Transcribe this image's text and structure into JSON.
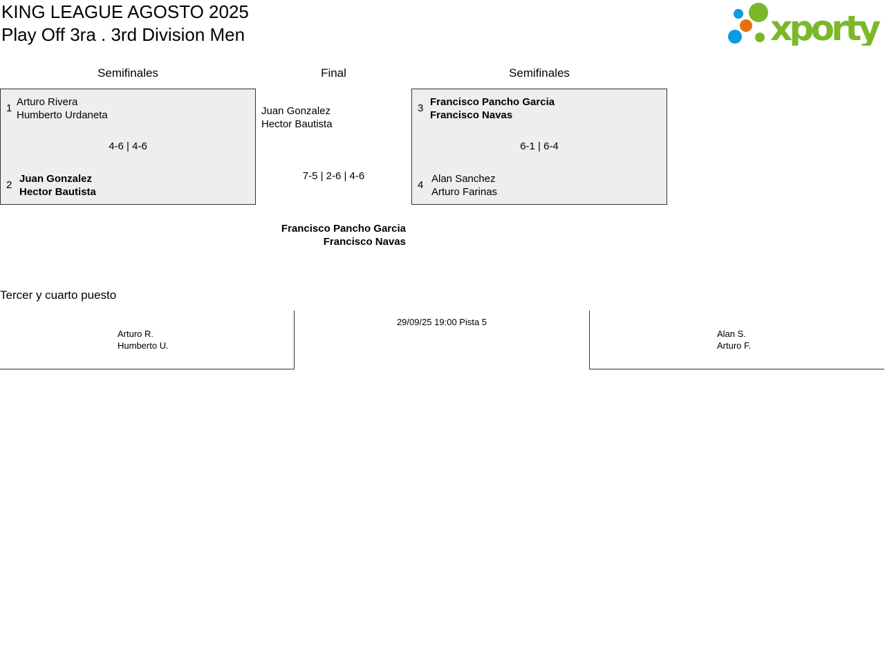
{
  "header": {
    "title": "KING LEAGUE AGOSTO 2025",
    "subtitle": "Play Off 3ra . 3rd Division Men",
    "logo_text": "xporty"
  },
  "colors": {
    "logo_green": "#7ab82a",
    "logo_blue": "#0b9be0",
    "logo_orange": "#e5700f",
    "box_bg": "#eeeeee"
  },
  "rounds": {
    "left": "Semifinales",
    "center": "Final",
    "right": "Semifinales"
  },
  "semi1": {
    "seed1": "1",
    "team1": [
      "Arturo Rivera",
      "Humberto Urdaneta"
    ],
    "score": "4-6 | 4-6",
    "seed2": "2",
    "team2": [
      "Juan Gonzalez",
      "Hector Bautista"
    ]
  },
  "final": {
    "team1": [
      "Juan Gonzalez",
      "Hector Bautista"
    ],
    "score": "7-5 | 2-6 | 4-6",
    "winner": [
      "Francisco Pancho Garcia",
      "Francisco Navas"
    ]
  },
  "semi2": {
    "seed1": "3",
    "team1": [
      "Francisco Pancho Garcia",
      "Francisco Navas"
    ],
    "score": "6-1 | 6-4",
    "seed2": "4",
    "team2": [
      "Alan Sanchez",
      "Arturo Farinas"
    ]
  },
  "third": {
    "title": "Tercer y cuarto puesto",
    "team1": [
      "Arturo R.",
      "Humberto U."
    ],
    "info": "29/09/25 19:00 Pista 5",
    "team2": [
      "Alan S.",
      "Arturo F."
    ]
  }
}
